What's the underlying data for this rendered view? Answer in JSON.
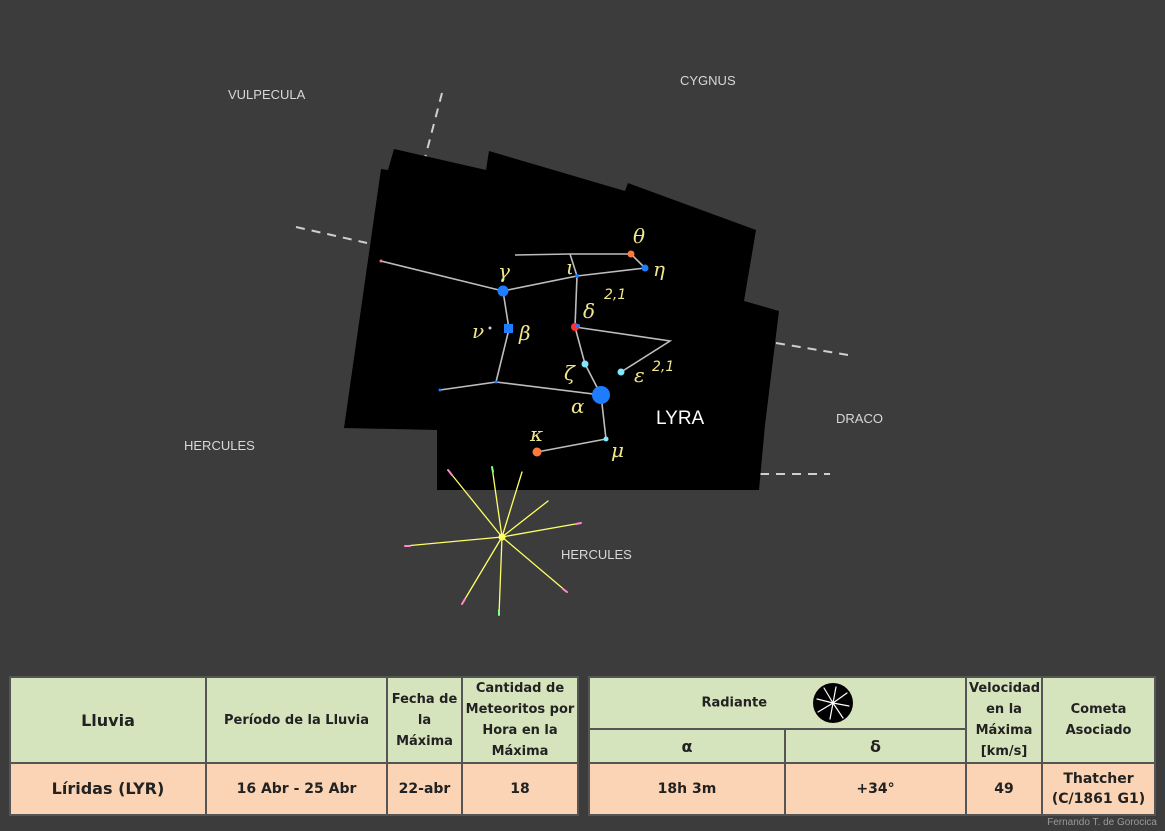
{
  "map": {
    "neighbors": {
      "vulpecula": "VULPECULA",
      "cygnus": "CYGNUS",
      "hercules_left": "HERCULES",
      "draco": "DRACO",
      "hercules_radiant": "HERCULES"
    },
    "constellation": "LYRA",
    "stars": {
      "alpha": "α",
      "beta": "β",
      "gamma": "γ",
      "delta": "δ",
      "epsilon": "ε",
      "zeta": "ζ",
      "eta": "η",
      "theta": "θ",
      "iota": "ι",
      "kappa": "κ",
      "mu": "μ",
      "nu": "ν"
    },
    "double_mag_1": "2,1",
    "double_mag_2": "2,1",
    "colors": {
      "background": "#3c3c3c",
      "sky": "#000000",
      "star_blue": "#1e7cff",
      "star_orange": "#ff7a3a",
      "star_cyan": "#7fe8ff",
      "star_red": "#ff3030",
      "radiant": "#ffff66",
      "label": "#f0e68c"
    }
  },
  "table_left": {
    "headers": {
      "shower": "Lluvia",
      "period": "Período de la Lluvia",
      "peak_date": "Fecha de la Máxima",
      "rate": "Cantidad de Meteoritos por Hora en la Máxima"
    },
    "values": {
      "shower": "Líridas (LYR)",
      "period": "16 Abr - 25 Abr",
      "peak_date": "22-abr",
      "rate": "18"
    }
  },
  "table_right": {
    "headers": {
      "radiant": "Radiante",
      "ra": "α",
      "dec": "δ",
      "velocity": "Velocidad en la Máxima [km/s]",
      "comet": "Cometa Asociado"
    },
    "values": {
      "ra": "18h 3m",
      "dec": "+34°",
      "velocity": "49",
      "comet": "Thatcher (C/1861 G1)"
    }
  },
  "credit": "Fernando T. de Gorocica"
}
